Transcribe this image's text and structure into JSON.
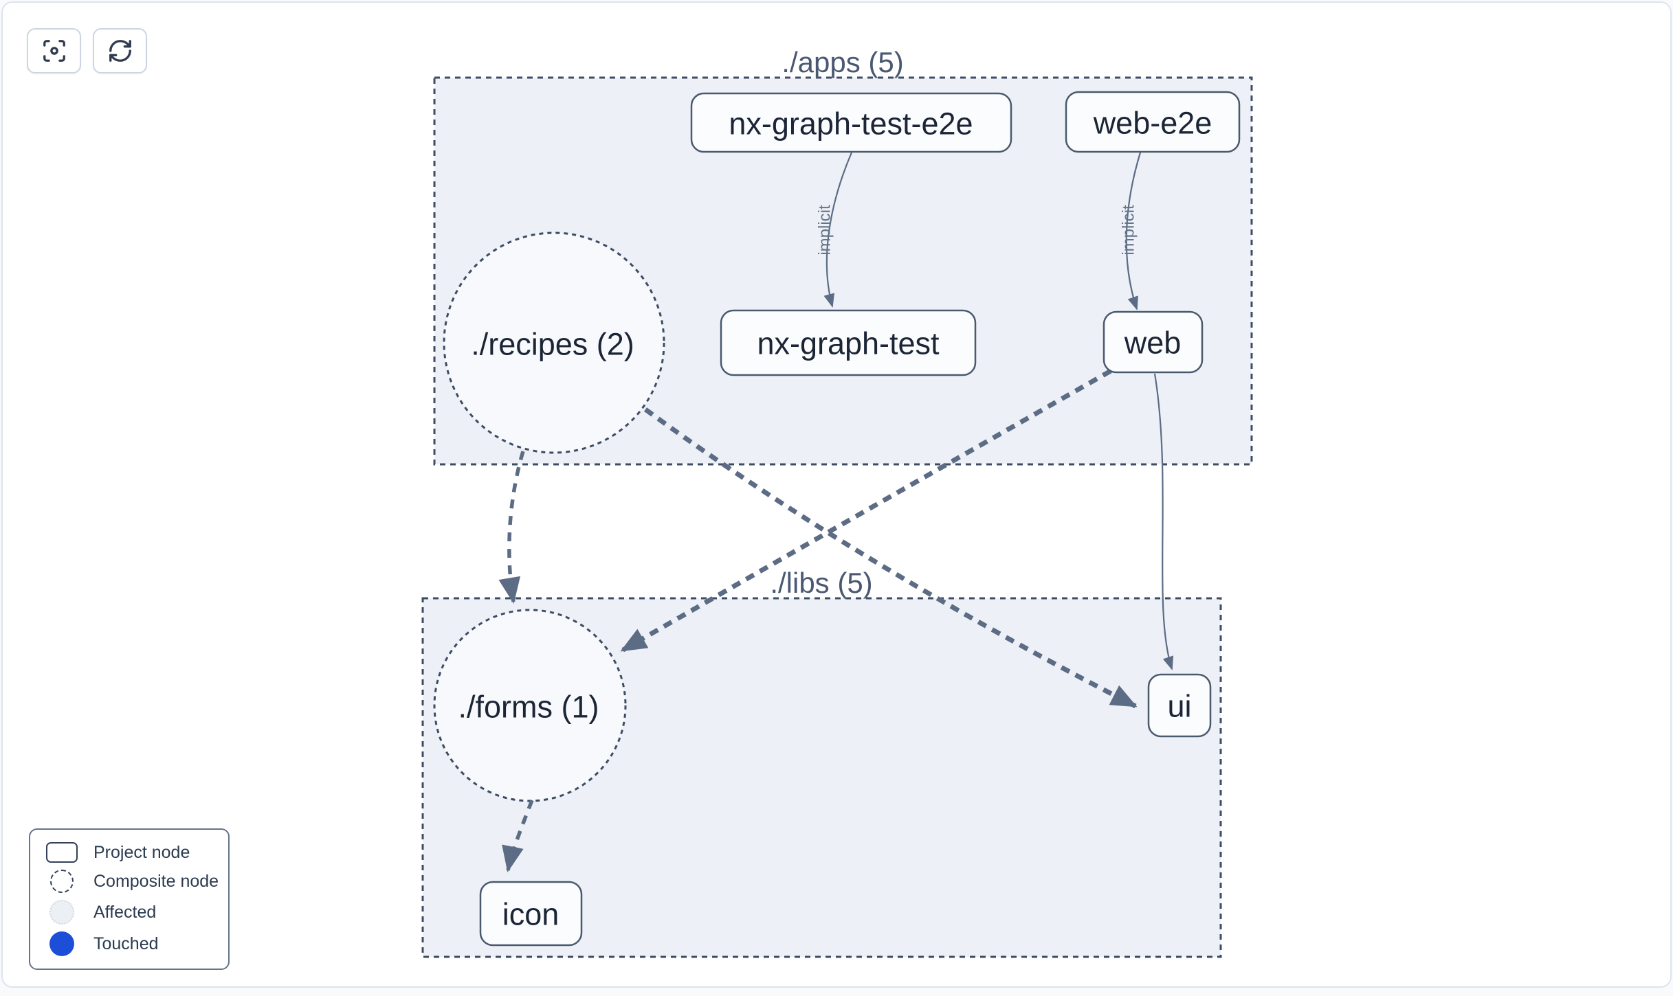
{
  "toolbar": {
    "buttons": [
      {
        "name": "focus",
        "icon": "focus-icon"
      },
      {
        "name": "refresh",
        "icon": "refresh-icon"
      }
    ]
  },
  "graph": {
    "clusters": [
      {
        "id": "apps",
        "label": "./apps (5)"
      },
      {
        "id": "libs",
        "label": "./libs (5)"
      }
    ],
    "composite_nodes": [
      {
        "id": "recipes",
        "label": "./recipes (2)",
        "cluster": "apps"
      },
      {
        "id": "forms",
        "label": "./forms (1)",
        "cluster": "libs"
      }
    ],
    "project_nodes": [
      {
        "id": "nx-graph-test-e2e",
        "label": "nx-graph-test-e2e",
        "cluster": "apps"
      },
      {
        "id": "web-e2e",
        "label": "web-e2e",
        "cluster": "apps"
      },
      {
        "id": "nx-graph-test",
        "label": "nx-graph-test",
        "cluster": "apps"
      },
      {
        "id": "web",
        "label": "web",
        "cluster": "apps"
      },
      {
        "id": "ui",
        "label": "ui",
        "cluster": "libs"
      },
      {
        "id": "icon",
        "label": "icon",
        "cluster": "libs"
      }
    ],
    "edges": [
      {
        "source": "nx-graph-test-e2e",
        "target": "nx-graph-test",
        "label": "implicit",
        "style": "solid"
      },
      {
        "source": "web-e2e",
        "target": "web",
        "label": "implicit",
        "style": "solid"
      },
      {
        "source": "web",
        "target": "ui",
        "label": "",
        "style": "solid"
      },
      {
        "source": "./recipes",
        "target": "./forms",
        "label": "",
        "style": "dashed"
      },
      {
        "source": "./forms",
        "target": "icon",
        "label": "",
        "style": "dashed"
      },
      {
        "source": "./recipes",
        "target": "ui",
        "label": "",
        "style": "dashed"
      },
      {
        "source": "web",
        "target": "./forms",
        "label": "",
        "style": "dashed"
      }
    ]
  },
  "legend": {
    "items": [
      {
        "label": "Project node",
        "swatch": "project-node"
      },
      {
        "label": "Composite node",
        "swatch": "composite-node"
      },
      {
        "label": "Affected",
        "swatch": "affected"
      },
      {
        "label": "Touched",
        "swatch": "touched"
      }
    ]
  },
  "colors": {
    "touched_blue": "#1d4ed8",
    "edge": "#5c6c84",
    "cluster_fill": "#edf1f7",
    "cluster_border": "#3d4c63",
    "node_fill": "#fbfcfe",
    "node_border": "#4a596e",
    "node_text": "#1c2536",
    "cluster_label_text": "#4a5872",
    "edge_label_text": "#64748b"
  }
}
